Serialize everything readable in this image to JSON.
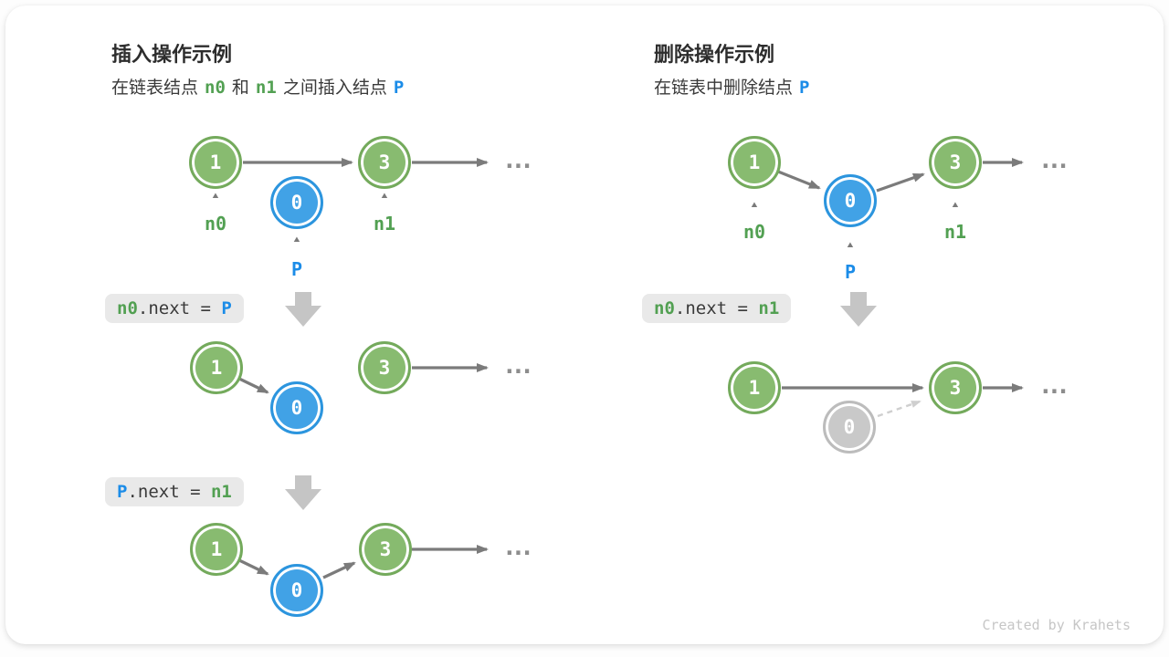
{
  "colors": {
    "node_green": "#88bb70",
    "node_green_border": "#74aa5c",
    "node_blue": "#41a2e6",
    "node_blue_border": "#2c95de",
    "node_gray": "#c9c9c9",
    "node_gray_border": "#bcbcbc",
    "text_green": "#52a052",
    "text_blue": "#1b8ce8",
    "arrow": "#7b7b7b",
    "arrow_light": "#cfcfcf",
    "code_bg": "#e9e9e9",
    "code_text": "#3a3a3a",
    "block_arrow": "#c5c5c5",
    "dots": "#8d8d8d",
    "caret": "#7a7a7a",
    "title": "#2d2d2d",
    "subtitle": "#3a3a3a",
    "credit": "#c6c6c6"
  },
  "glyphs": {
    "caret": "▲",
    "ellipsis": "..."
  },
  "insert_panel": {
    "title": "插入操作示例",
    "subtitle": {
      "pre": "在链表结点",
      "n0": "n0",
      "mid": "和",
      "n1": "n1",
      "post": "之间插入结点",
      "p": "P"
    },
    "pointers": {
      "n0": "n0",
      "n1": "n1",
      "p": "P"
    },
    "diagram1": {
      "node1": "1",
      "nodeP": "0",
      "node3": "3"
    },
    "code1": {
      "a": "n0",
      "mid": ".next = ",
      "b": "P"
    },
    "diagram2": {
      "node1": "1",
      "nodeP": "0",
      "node3": "3"
    },
    "code2": {
      "a": "P",
      "mid": ".next = ",
      "b": "n1"
    },
    "diagram3": {
      "node1": "1",
      "nodeP": "0",
      "node3": "3"
    }
  },
  "delete_panel": {
    "title": "删除操作示例",
    "subtitle": {
      "pre": "在链表中删除结点",
      "p": "P"
    },
    "pointers": {
      "n0": "n0",
      "n1": "n1",
      "p": "P"
    },
    "diagram1": {
      "node1": "1",
      "nodeP": "0",
      "node3": "3"
    },
    "code1": {
      "a": "n0",
      "mid": ".next = ",
      "b": "n1"
    },
    "diagram2": {
      "node1": "1",
      "nodeP": "0",
      "node3": "3"
    }
  },
  "footer": {
    "credit": "Created by Krahets"
  }
}
